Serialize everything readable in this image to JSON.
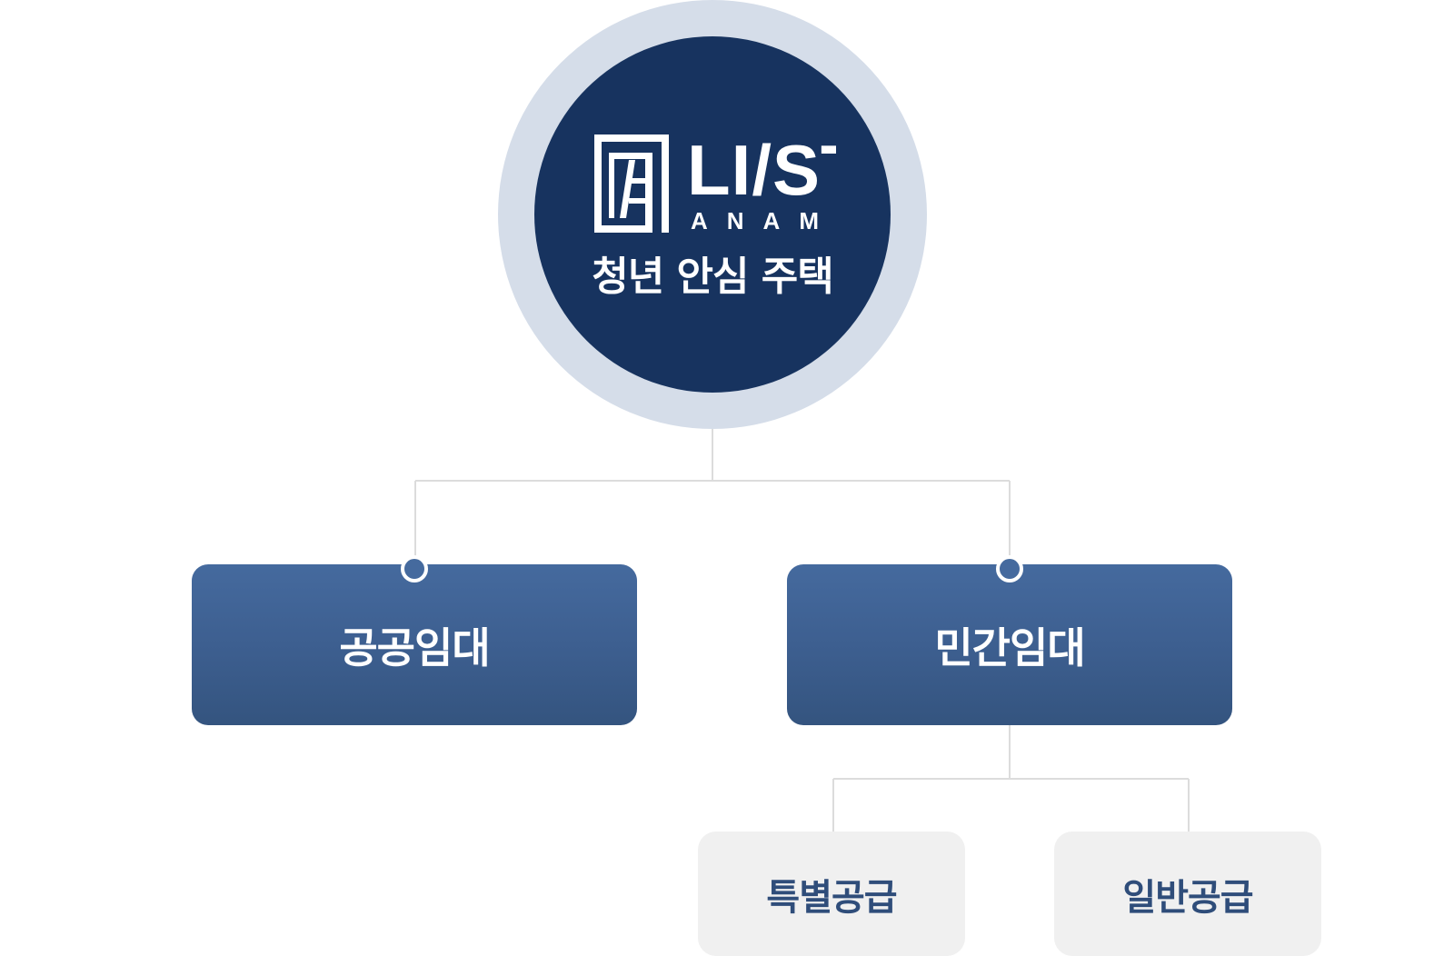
{
  "root": {
    "logo_text": "LI/ST",
    "logo_subtext": "ANAM",
    "title": "청년 안심 주택"
  },
  "level1": {
    "public_rental": "공공임대",
    "private_rental": "민간임대"
  },
  "level2": {
    "special_supply": "특별공급",
    "general_supply": "일반공급"
  },
  "colors": {
    "root_inner": "#17335f",
    "root_outer": "#d5dde9",
    "box_primary_top": "#456a9e",
    "box_primary_bottom": "#34547f",
    "box_secondary": "#f0f0f0",
    "secondary_text": "#2f4d7a",
    "connector": "#dcdcdc"
  }
}
